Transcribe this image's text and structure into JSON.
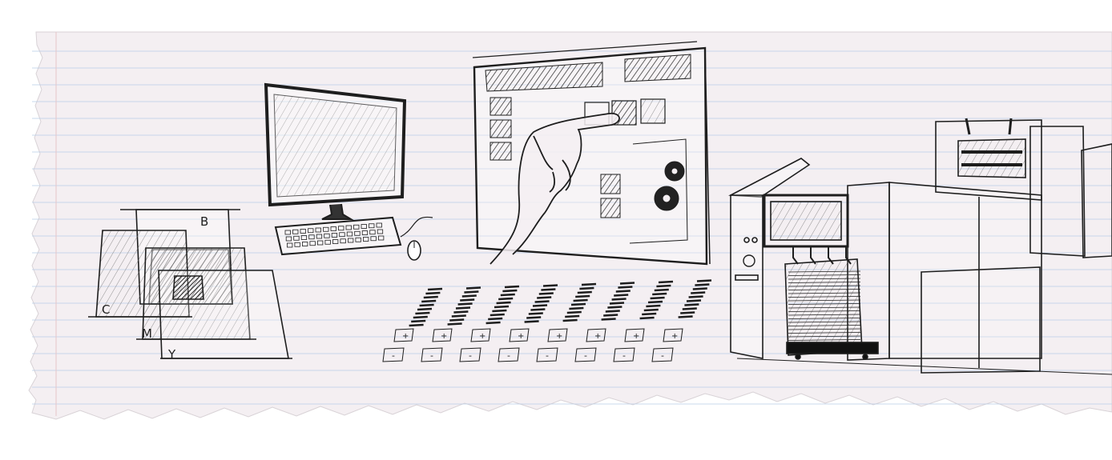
{
  "sketch": {
    "paper_color": "#f4eff2",
    "rule_color": "#b9cde6",
    "ink_color": "#1e1e1e",
    "separation_labels": {
      "black": "B",
      "cyan": "C",
      "magenta": "M",
      "yellow": "Y"
    },
    "ink_keys": {
      "plus_label": "+",
      "minus_label": "-",
      "key_count": 8
    },
    "icons": [
      "monitor-icon",
      "keyboard-icon",
      "mouse-icon",
      "touchscreen-icon",
      "hand-icon",
      "gear-icon",
      "printing-press-icon"
    ]
  }
}
